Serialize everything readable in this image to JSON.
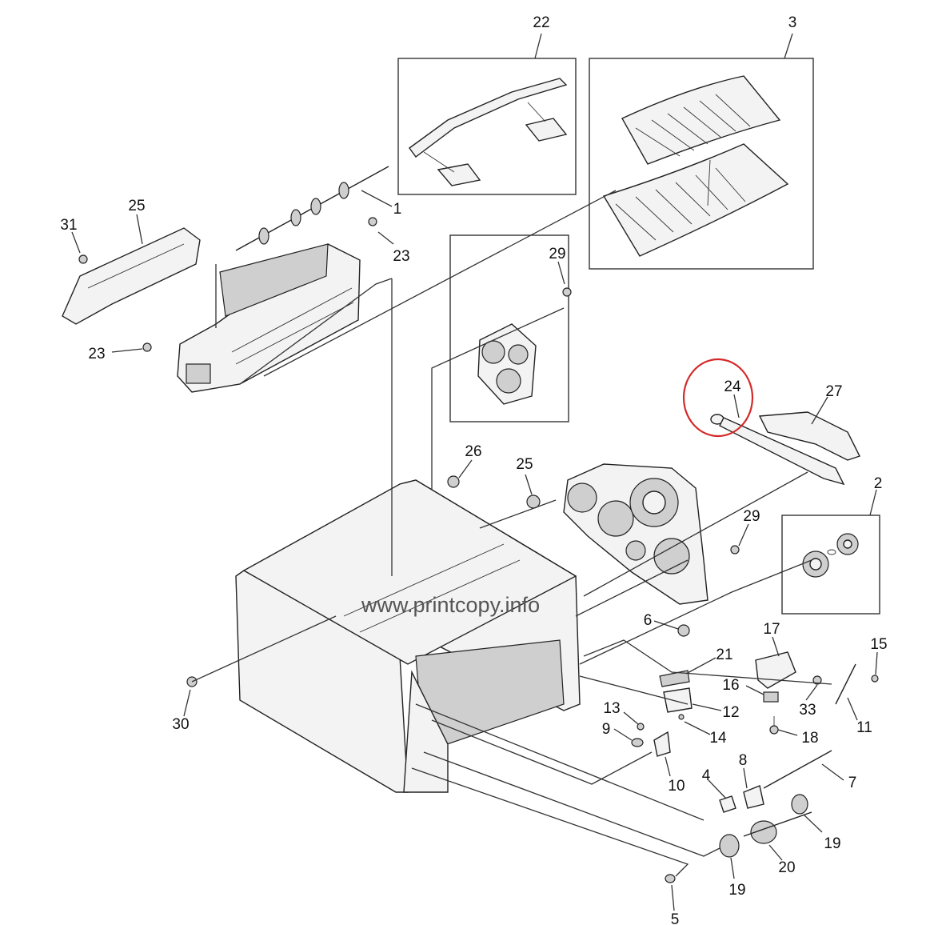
{
  "watermark": "www.printcopy.info",
  "highlight_color": "#d42a2a",
  "callouts": {
    "c22": "22",
    "c3": "3",
    "c1": "1",
    "c25a": "25",
    "c31": "31",
    "c23a": "23",
    "c23b": "23",
    "c29a": "29",
    "c24": "24",
    "c27": "27",
    "c26": "26",
    "c25b": "25",
    "c2": "2",
    "c29b": "29",
    "c6": "6",
    "c17": "17",
    "c15": "15",
    "c21": "21",
    "c16": "16",
    "c33": "33",
    "c11": "11",
    "c13": "13",
    "c12": "12",
    "c9": "9",
    "c14": "14",
    "c18": "18",
    "c30": "30",
    "c10": "10",
    "c4": "4",
    "c8": "8",
    "c7": "7",
    "c19a": "19",
    "c19b": "19",
    "c20": "20",
    "c5": "5"
  }
}
